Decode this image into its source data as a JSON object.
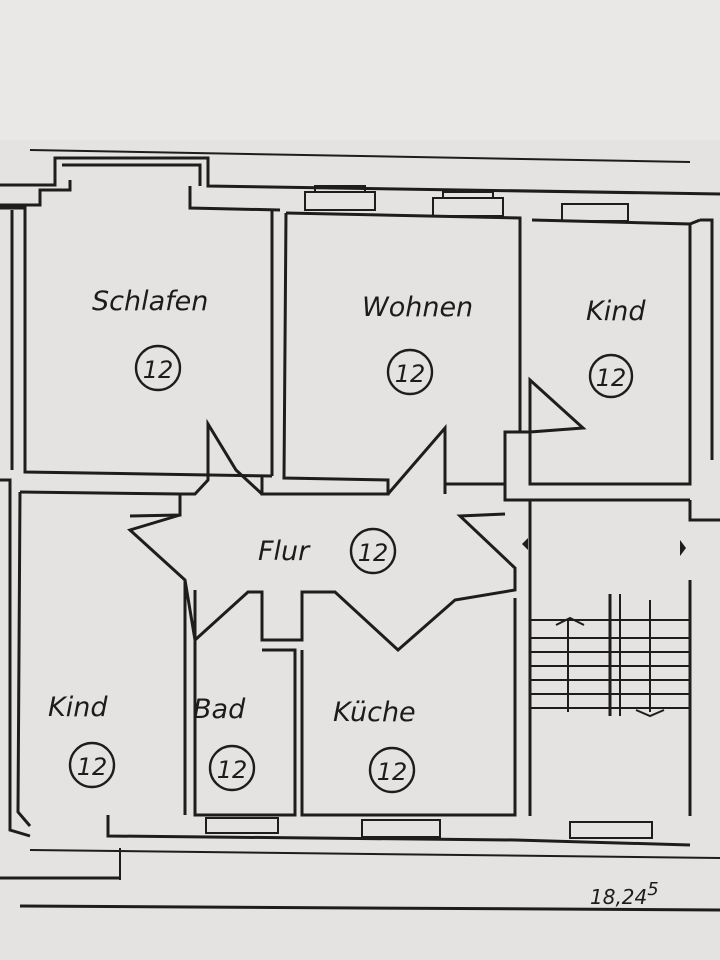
{
  "rooms": {
    "schlafen": {
      "name": "Schlafen",
      "number": "12"
    },
    "wohnen": {
      "name": "Wohnen",
      "number": "12"
    },
    "kind_top": {
      "name": "Kind",
      "number": "12"
    },
    "flur": {
      "name": "Flur",
      "number": "12"
    },
    "kind_bottom": {
      "name": "Kind",
      "number": "12"
    },
    "bad": {
      "name": "Bad",
      "number": "12"
    },
    "kueche": {
      "name": "Küche",
      "number": "12"
    }
  },
  "dimension": {
    "main": "18,24",
    "sup": "5"
  },
  "colors": {
    "paper": "#e4e3e1",
    "ink": "#1d1d1d"
  }
}
